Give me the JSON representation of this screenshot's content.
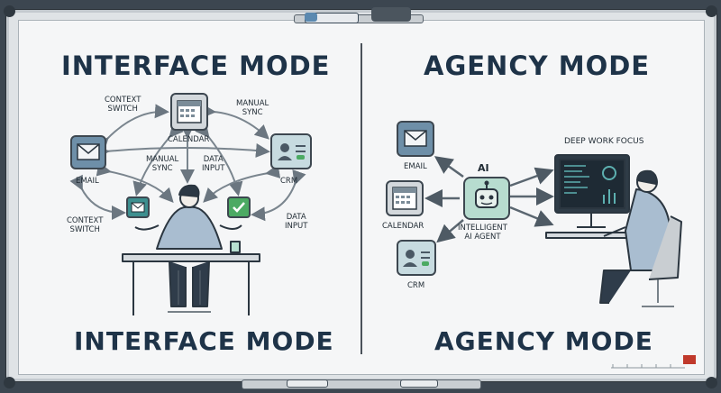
{
  "left_panel": {
    "title": "INTERFACE MODE",
    "footer": "INTERFACE MODE",
    "labels": {
      "context_switch_top": "CONTEXT\nSWITCH",
      "calendar": "CALENDAR",
      "manual_sync_top": "MANUAL\nSYNC",
      "manual_sync_mid": "MANUAL\nSYNC",
      "data_input_mid": "DATA\nINPUT",
      "email": "EMAIL",
      "crm": "CRM",
      "context_switch_bottom": "CONTEXT\nSWITCH",
      "data_input_bottom": "DATA\nINPUT"
    }
  },
  "right_panel": {
    "title": "AGENCY MODE",
    "footer": "AGENCY MODE",
    "labels": {
      "email": "EMAIL",
      "calendar": "CALENDAR",
      "crm": "CRM",
      "ai": "AI",
      "agent": "INTELLIGENT\nAI AGENT",
      "deep_work": "DEEP WORK FOCUS"
    }
  },
  "colors": {
    "email_bg": "#6e8fa8",
    "calendar_bg": "#d3d8dc",
    "crm_bg": "#c7dbe0",
    "green": "#4caa63",
    "teal": "#3d8f8f",
    "accent_red": "#c0392b"
  }
}
